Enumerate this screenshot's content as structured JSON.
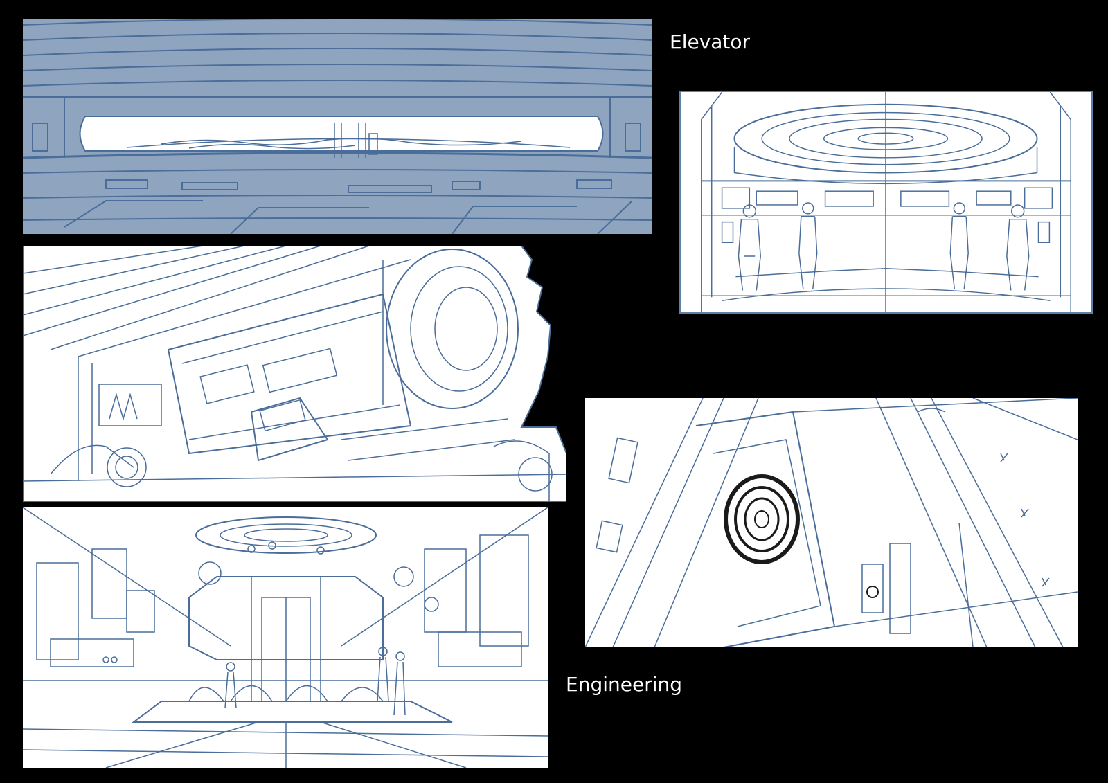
{
  "captions": {
    "elevator": "Elevator",
    "engineering": "Engineering"
  },
  "colors": {
    "background": "#000000",
    "caption": "#ffffff",
    "line": "#4a6d99",
    "tone": "#8ea4bf",
    "paper": "#ffffff"
  },
  "panels": [
    {
      "id": "elevator-shaft-panel",
      "style": "toned-sketch"
    },
    {
      "id": "elevator-interior-panel",
      "style": "line-sketch"
    },
    {
      "id": "corridor-machinery-panel",
      "style": "line-sketch"
    },
    {
      "id": "engineering-room-panel",
      "style": "line-sketch"
    },
    {
      "id": "hatch-ceiling-panel",
      "style": "line-sketch"
    }
  ]
}
